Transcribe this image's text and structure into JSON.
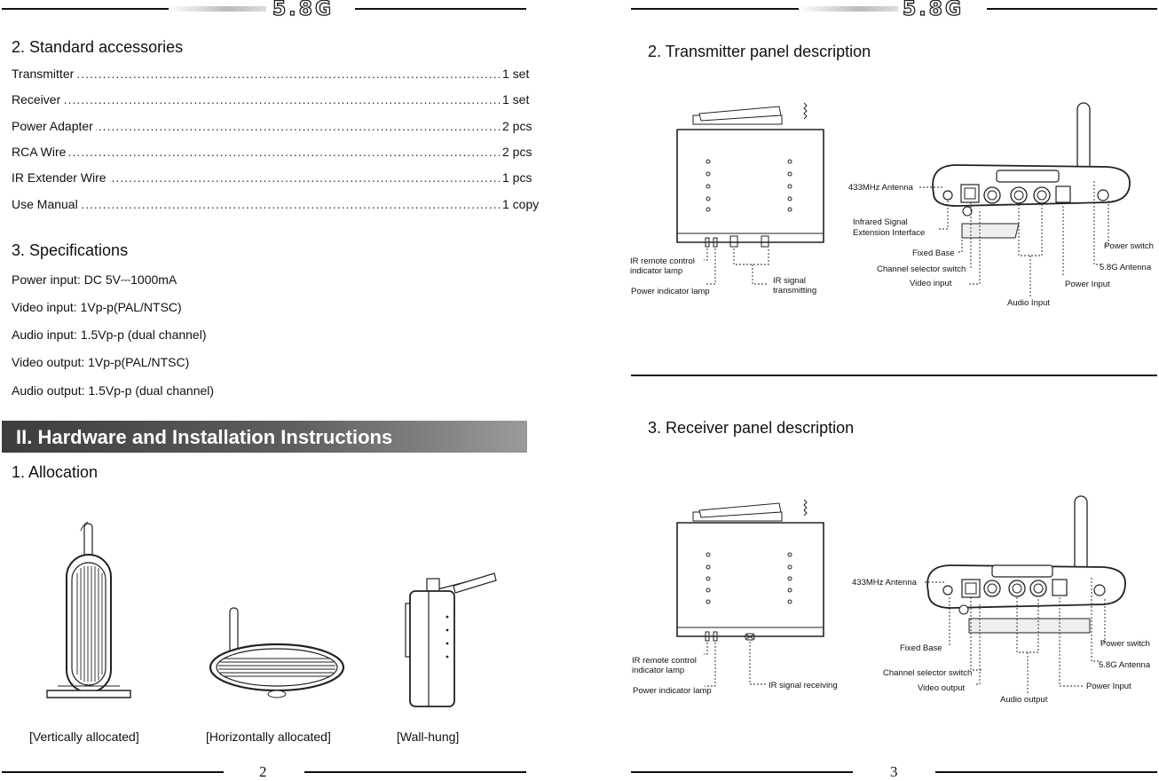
{
  "header": {
    "brand_left": "5.8G",
    "brand_right": "5.8G"
  },
  "left_page": {
    "accessories_title": "2. Standard accessories",
    "accessories": [
      {
        "name": "Transmitter",
        "qty": "1 set"
      },
      {
        "name": "Receiver",
        "qty": "1 set"
      },
      {
        "name": "Power Adapter",
        "qty": "2 pcs"
      },
      {
        "name": "RCA Wire",
        "qty": "2 pcs"
      },
      {
        "name": "IR Extender Wire",
        "qty": "1 pcs"
      },
      {
        "name": "Use Manual",
        "qty": "1 copy"
      }
    ],
    "specs_title": "3. Specifications",
    "specs": [
      "Power input: DC 5V⎓1000mA",
      "Video input: 1Vp-p(PAL/NTSC)",
      "Audio input: 1.5Vp-p (dual channel)",
      "Video output: 1Vp-p(PAL/NTSC)",
      "Audio output: 1.5Vp-p (dual channel)"
    ],
    "banner": "II. Hardware and Installation Instructions",
    "allocation_title": "1. Allocation",
    "captions": [
      "[Vertically allocated]",
      "[Horizontally allocated]",
      "[Wall-hung]"
    ],
    "page_number": "2"
  },
  "right_page": {
    "transmitter_title": "2. Transmitter panel description",
    "transmitter_labels": {
      "ir_remote_1": "IR remote control",
      "ir_remote_2": "indicator lamp",
      "power_indicator": "Power indicator lamp",
      "ir_signal_1": "IR signal",
      "ir_signal_2": "transmitting",
      "antenna_433": "433MHz Antenna",
      "infrared_1": "Infrared Signal",
      "infrared_2": "Extension Interface",
      "fixed_base": "Fixed Base",
      "channel_selector": "Channel selector switch",
      "video_input": "Video input",
      "audio_input": "Audio Input",
      "power_input": "Power Input",
      "antenna_58": "5.8G Antenna",
      "power_switch": "Power switch"
    },
    "receiver_title": "3. Receiver panel description",
    "receiver_labels": {
      "ir_remote_1": "IR remote control",
      "ir_remote_2": "indicator lamp",
      "power_indicator": "Power indicator lamp",
      "ir_signal_receiving": "IR signal receiving",
      "antenna_433": "433MHz Antenna",
      "fixed_base": "Fixed Base",
      "channel_selector": "Channel selector switch",
      "video_output": "Video output",
      "audio_output": "Audio output",
      "power_input": "Power Input",
      "antenna_58": "5.8G Antenna",
      "power_switch": "Power switch"
    },
    "page_number": "3"
  }
}
